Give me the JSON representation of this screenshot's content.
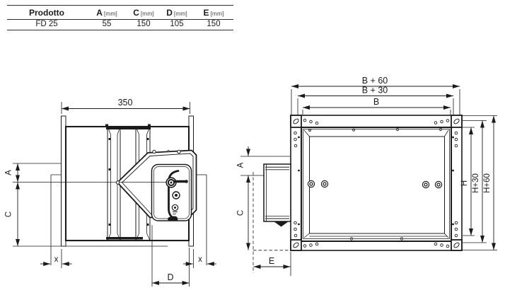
{
  "table": {
    "headers": {
      "product": "Prodotto",
      "a": "A",
      "a_unit": "[mm]",
      "c": "C",
      "c_unit": "[mm]",
      "d": "D",
      "d_unit": "[mm]",
      "e": "E",
      "e_unit": "[mm]"
    },
    "row": {
      "product": "FD 25",
      "a": "55",
      "c": "150",
      "d": "105",
      "e": "150"
    }
  },
  "side_view": {
    "label_350": "350",
    "label_a": "A",
    "label_c": "C",
    "label_x_left": "x",
    "label_x_right": "x",
    "label_d": "D"
  },
  "front_view": {
    "label_b60": "B + 60",
    "label_b30": "B + 30",
    "label_b": "B",
    "label_a": "A",
    "label_c": "C",
    "label_e": "E",
    "label_h": "H",
    "label_h30": "H+30",
    "label_h60": "H+60"
  },
  "colors": {
    "line": "#1b1b1b",
    "background": "#ffffff"
  }
}
